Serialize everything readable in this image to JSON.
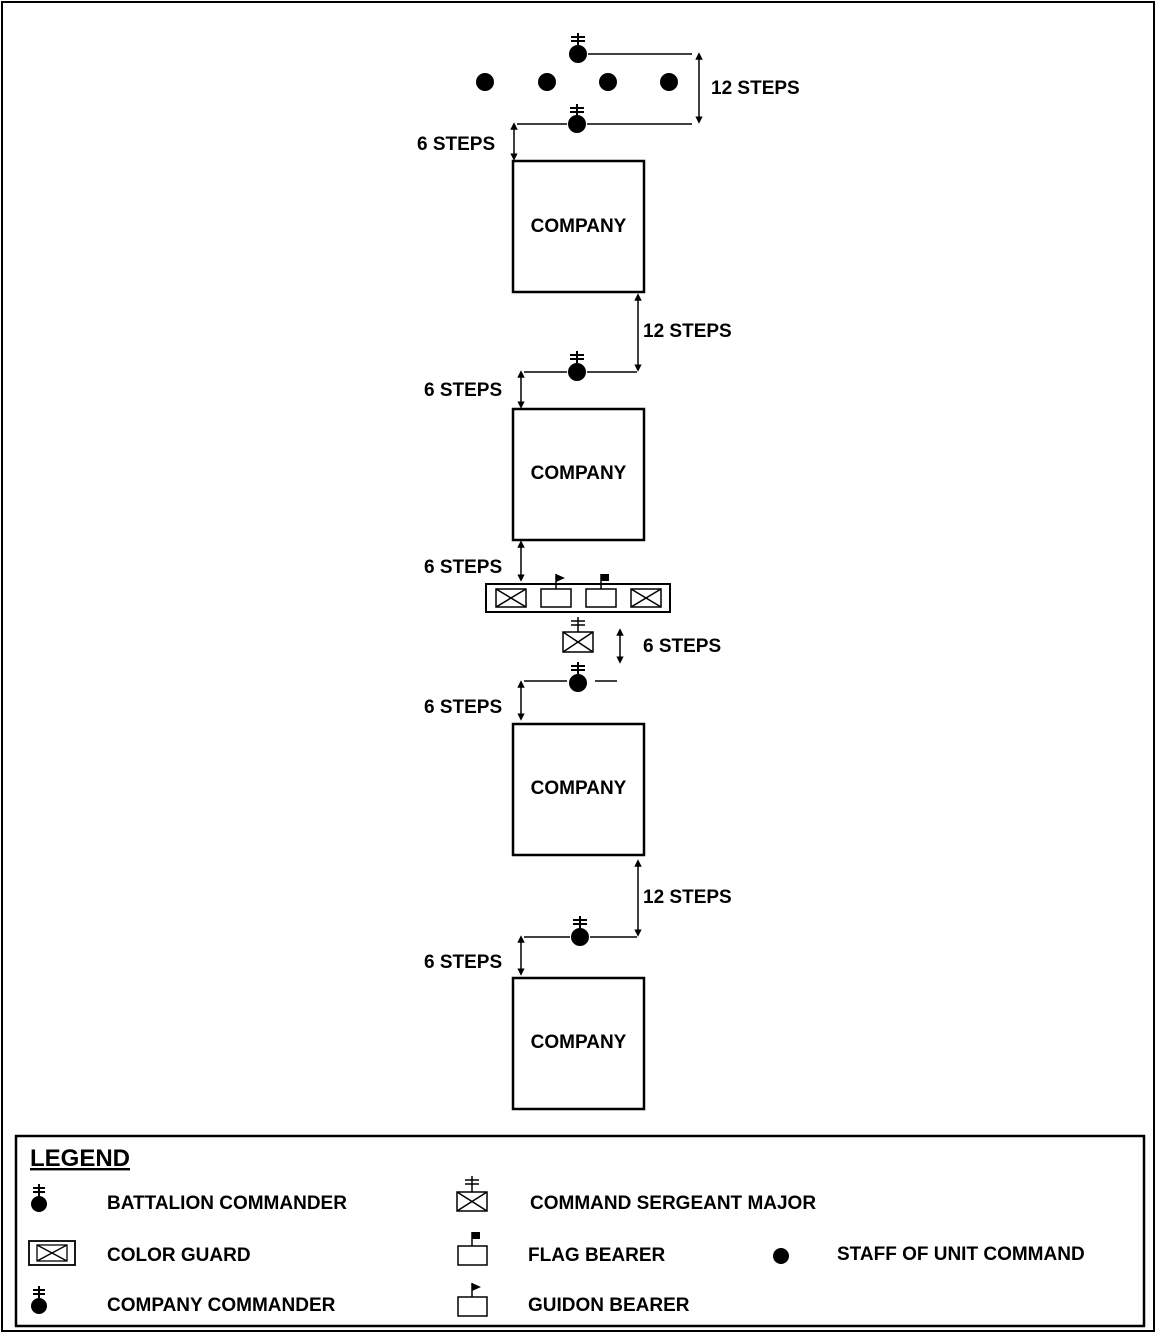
{
  "steps_labels": {
    "top_12": "12 STEPS",
    "top_6": "6 STEPS",
    "gap1_12": "12 STEPS",
    "gap1_6": "6 STEPS",
    "color_above_6": "6 STEPS",
    "csm_6": "6 STEPS",
    "color_below_6": "6 STEPS",
    "gap3_12": "12 STEPS",
    "gap3_6": "6 STEPS"
  },
  "companies": [
    "COMPANY",
    "COMPANY",
    "COMPANY",
    "COMPANY"
  ],
  "legend": {
    "title": "LEGEND",
    "items": [
      {
        "symbol": "battalion-commander-icon",
        "label": "BATTALION COMMANDER"
      },
      {
        "symbol": "command-sergeant-major-icon",
        "label": "COMMAND SERGEANT MAJOR"
      },
      {
        "symbol": "color-guard-icon",
        "label": "COLOR GUARD"
      },
      {
        "symbol": "flag-bearer-icon",
        "label": "FLAG BEARER"
      },
      {
        "symbol": "staff-of-unit-command-icon",
        "label": "STAFF OF UNIT COMMAND"
      },
      {
        "symbol": "company-commander-icon",
        "label": "COMPANY COMMANDER"
      },
      {
        "symbol": "guidon-bearer-icon",
        "label": "GUIDON BEARER"
      }
    ]
  },
  "colors": {
    "ink": "#000000",
    "background": "#ffffff"
  }
}
